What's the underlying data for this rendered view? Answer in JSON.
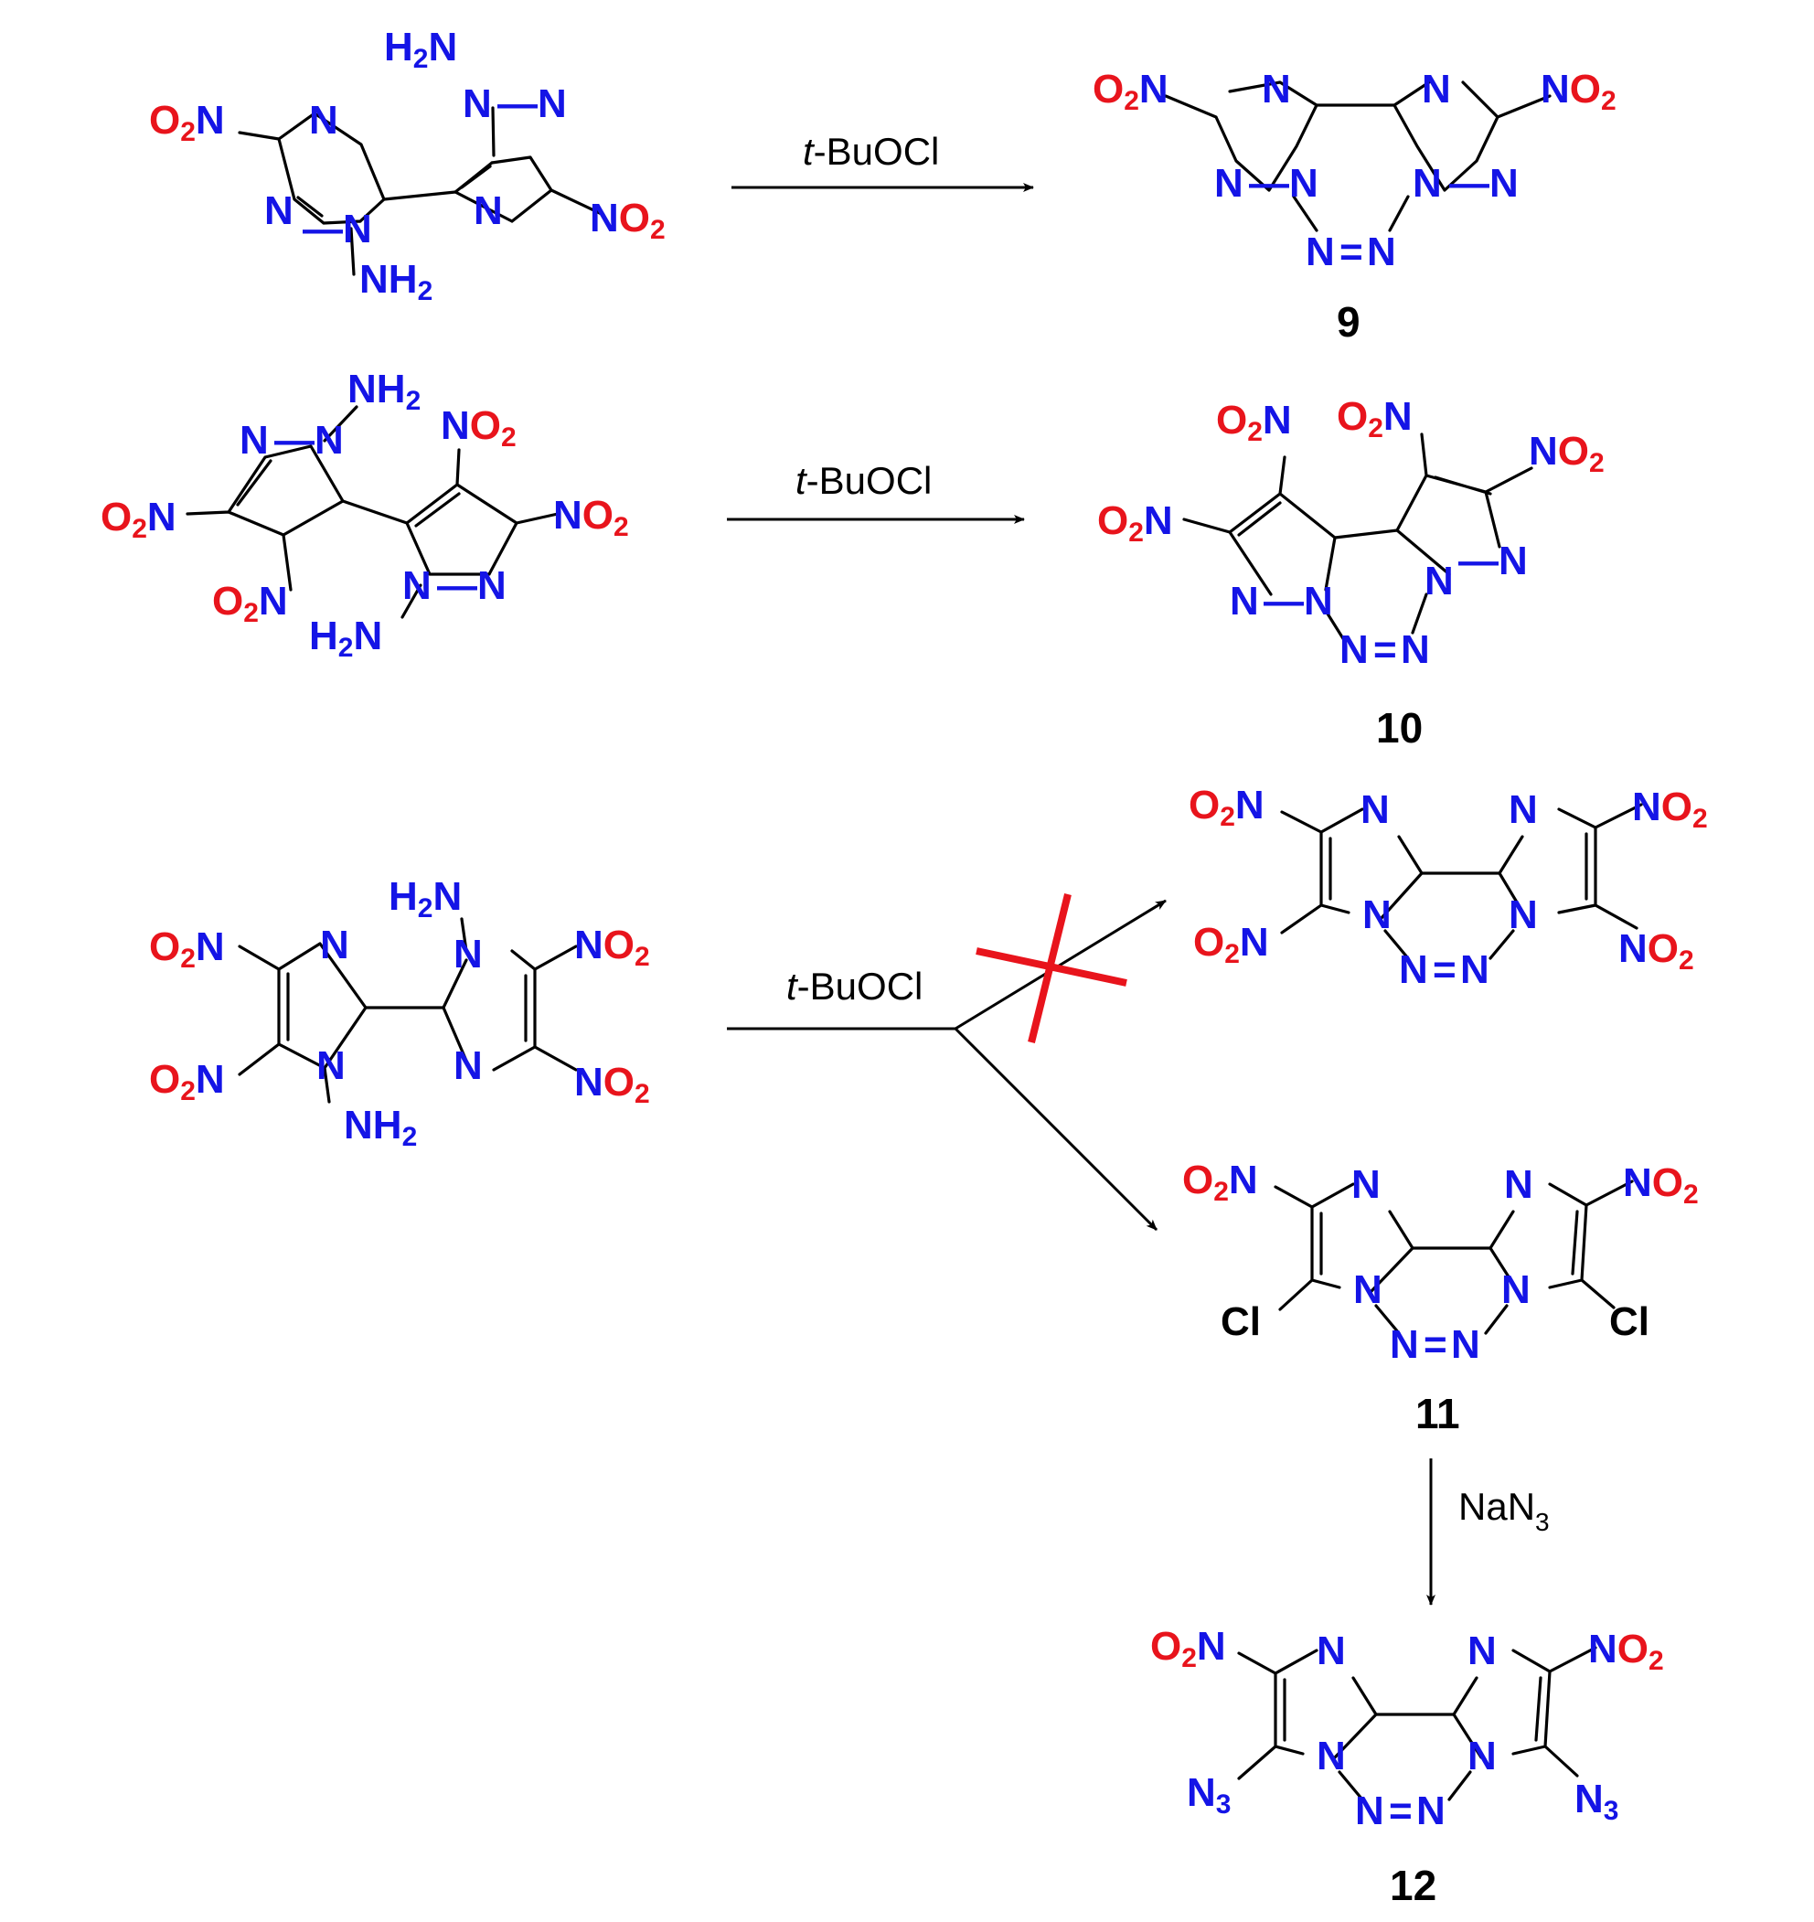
{
  "colors": {
    "nitrogen": "#1414e6",
    "oxygen": "#e8141c",
    "chlorine": "#000000",
    "bond": "#000000",
    "blocked_mark": "#e8141c"
  },
  "atoms": {
    "N": "N",
    "O": "O",
    "Cl": "Cl",
    "H": "H",
    "sub_2": "2",
    "sub_3": "3"
  },
  "reactions": [
    {
      "reagent_italic": "t",
      "reagent_rest": "-BuOCl",
      "product": "9"
    },
    {
      "reagent_italic": "t",
      "reagent_rest": "-BuOCl",
      "product": "10"
    },
    {
      "reagent_italic": "t",
      "reagent_rest": "-BuOCl",
      "products": [
        "blocked",
        "11"
      ]
    },
    {
      "reagent": "NaN",
      "reagent_sub": "3",
      "product": "12"
    }
  ],
  "labels": {
    "cpd9": "9",
    "cpd10": "10",
    "cpd11": "11",
    "cpd12": "12",
    "tbuocl_italic": "t",
    "tbuocl_rest": "-BuOCl",
    "nan3_main": "NaN",
    "nan3_sub": "3"
  }
}
